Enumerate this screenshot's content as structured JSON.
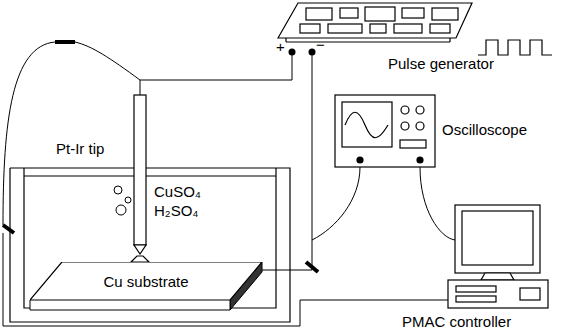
{
  "diagram": {
    "nodes": [
      {
        "text": [
          "Cu substrate"
        ]
      }
    ],
    "labels": [
      "+",
      "−",
      "Pulse generator",
      "Pt-Ir tip",
      "CuSO₄",
      "H₂SO₄",
      "Oscilloscope",
      "PMAC controller"
    ]
  }
}
